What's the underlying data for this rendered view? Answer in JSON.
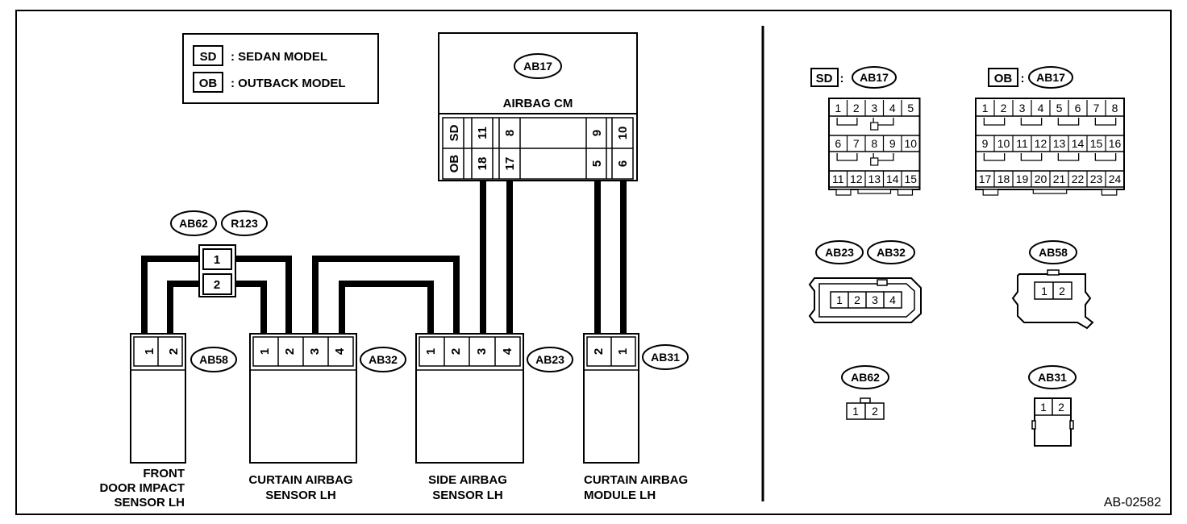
{
  "diagram_id": "AB-02582",
  "legend": {
    "items": [
      {
        "code": "SD",
        "text": ": SEDAN MODEL"
      },
      {
        "code": "OB",
        "text": ": OUTBACK MODEL"
      }
    ]
  },
  "airbag_cm": {
    "connector": "AB17",
    "name": "AIRBAG CM",
    "row_sd": {
      "label": "SD",
      "pins": [
        "11",
        "8",
        "9",
        "10"
      ]
    },
    "row_ob": {
      "label": "OB",
      "pins": [
        "18",
        "17",
        "5",
        "6"
      ]
    }
  },
  "joint": {
    "connectors": [
      "AB62",
      "R123"
    ],
    "pins": [
      "1",
      "2"
    ]
  },
  "components": [
    {
      "connector": "AB58",
      "pins": [
        "1",
        "2"
      ],
      "name_lines": [
        "FRONT",
        "DOOR IMPACT",
        "SENSOR LH"
      ]
    },
    {
      "connector": "AB32",
      "pins": [
        "1",
        "2",
        "3",
        "4"
      ],
      "name_lines": [
        "CURTAIN AIRBAG",
        "SENSOR LH"
      ]
    },
    {
      "connector": "AB23",
      "pins": [
        "1",
        "2",
        "3",
        "4"
      ],
      "name_lines": [
        "SIDE AIRBAG",
        "SENSOR LH"
      ]
    },
    {
      "connector": "AB31",
      "pins": [
        "2",
        "1"
      ],
      "name_lines": [
        "CURTAIN AIRBAG",
        "MODULE LH"
      ]
    }
  ],
  "connector_views": {
    "sd_ab17": {
      "model": "SD",
      "connector": "AB17",
      "separator": ":",
      "row1": [
        "1",
        "2",
        "3",
        "4",
        "5"
      ],
      "row2": [
        "6",
        "7",
        "8",
        "9",
        "10"
      ],
      "row3": [
        "11",
        "12",
        "13",
        "14",
        "15"
      ]
    },
    "ob_ab17": {
      "model": "OB",
      "connector": "AB17",
      "separator": ":",
      "row1": [
        "1",
        "2",
        "3",
        "4",
        "5",
        "6",
        "7",
        "8"
      ],
      "row2": [
        "9",
        "10",
        "11",
        "12",
        "13",
        "14",
        "15",
        "16"
      ],
      "row3": [
        "17",
        "18",
        "19",
        "20",
        "21",
        "22",
        "23",
        "24"
      ]
    },
    "ab23_ab32": {
      "connectors": [
        "AB23",
        "AB32"
      ],
      "pins": [
        "1",
        "2",
        "3",
        "4"
      ]
    },
    "ab58": {
      "connector": "AB58",
      "pins": [
        "1",
        "2"
      ]
    },
    "ab62": {
      "connector": "AB62",
      "pins": [
        "1",
        "2"
      ]
    },
    "ab31": {
      "connector": "AB31",
      "pins": [
        "1",
        "2"
      ]
    }
  }
}
